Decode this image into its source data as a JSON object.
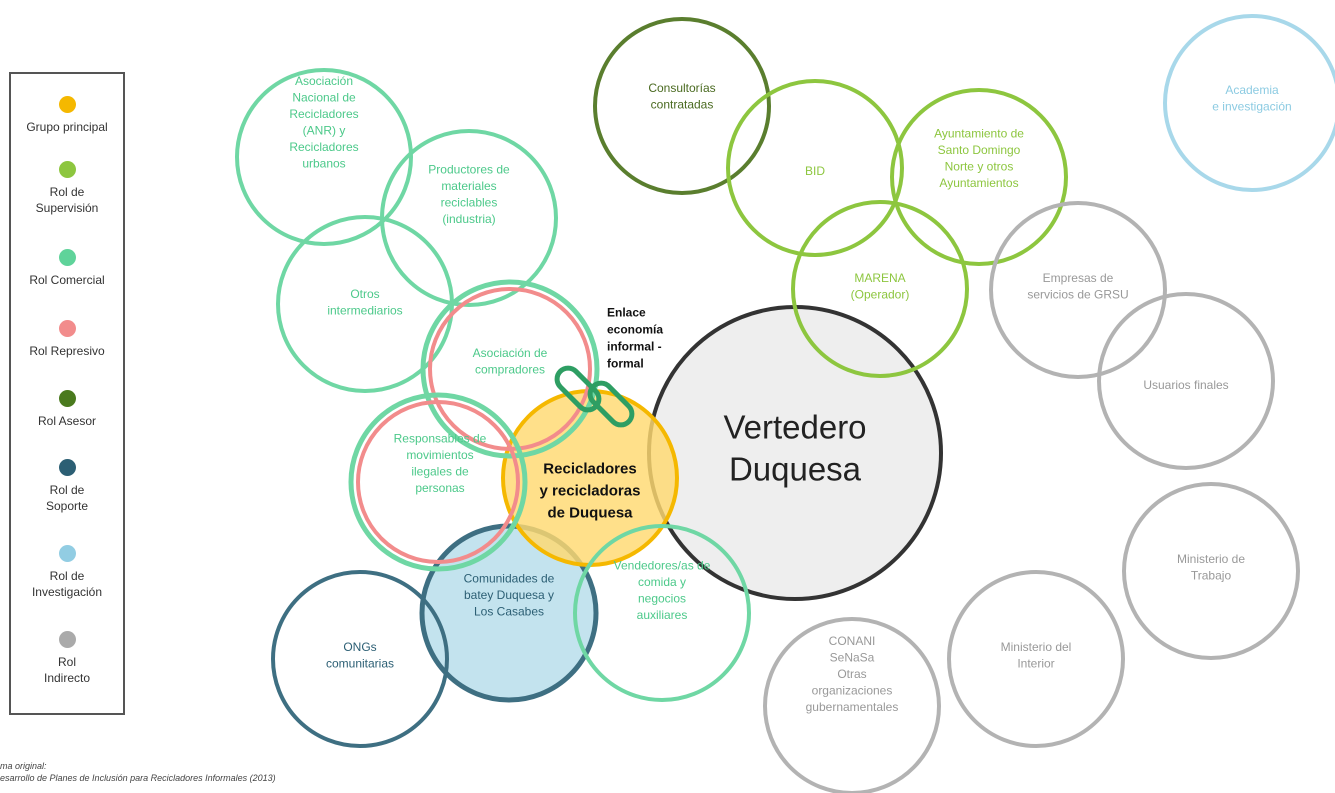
{
  "legend": [
    {
      "key": "principal",
      "label": "Grupo principal",
      "color": "#F5B800"
    },
    {
      "key": "supervision",
      "label": "Rol de\nSupervisión",
      "color": "#8DC63F"
    },
    {
      "key": "comercial",
      "label": "Rol Comercial",
      "color": "#5FD39A"
    },
    {
      "key": "represivo",
      "label": "Rol Represivo",
      "color": "#F28C8C"
    },
    {
      "key": "asesor",
      "label": "Rol Asesor",
      "color": "#4A7A1E"
    },
    {
      "key": "soporte",
      "label": "Rol de\nSoporte",
      "color": "#2C5F74"
    },
    {
      "key": "investigacion",
      "label": "Rol de\nInvestigación",
      "color": "#92CDE3"
    },
    {
      "key": "indirecto",
      "label": "Rol\nIndirecto",
      "color": "#AAAAAA"
    }
  ],
  "colors": {
    "supervision_text": "#8DC63F",
    "supervision_stroke": "#8DC63F",
    "asesor_stroke": "#5A7E2E",
    "asesor_text": "#4A6A20",
    "comercial_stroke": "#6FD7A4",
    "comercial_text": "#4CC98A",
    "represivo_stroke": "#F28C8C",
    "soporte_stroke": "#3E6F82",
    "soporte_text": "#2C5F74",
    "investigacion_stroke": "#A8D8EA",
    "investigacion_text": "#8CCBE2",
    "indirecto_stroke": "#B3B3B3",
    "indirecto_text": "#999999",
    "principal_fill": "#FFD970",
    "principal_stroke": "#F5B800",
    "vertedero_fill": "#EEEEEE",
    "vertedero_stroke": "#333333",
    "link_color": "#2E9E63"
  },
  "actors": [
    {
      "id": "anr",
      "label": "Asociación\nNacional de\nRecicladores\n(ANR) y\nRecicladores\nurbanos",
      "role": "comercial"
    },
    {
      "id": "productores",
      "label": "Productores de\nmateriales\nreciclables\n(industria)",
      "role": "comercial"
    },
    {
      "id": "otros-intermediarios",
      "label": "Otros\nintermediarios",
      "role": "comercial"
    },
    {
      "id": "asociacion-compradores",
      "label": "Asociación de\ncompradores",
      "role": "comercial"
    },
    {
      "id": "responsables",
      "label": "Responsables de\nmovimientos\nilegales de\npersonas",
      "role": "comercial"
    },
    {
      "id": "vendedores",
      "label": "Vendedores/as de\ncomida y\nnegocios\nauxiliares",
      "role": "comercial"
    },
    {
      "id": "consultorias",
      "label": "Consultorías\ncontratadas",
      "role": "asesor"
    },
    {
      "id": "bid",
      "label": "BID",
      "role": "supervision"
    },
    {
      "id": "ayuntamiento",
      "label": "Ayuntamiento de\nSanto Domingo\nNorte y otros\nAyuntamientos",
      "role": "supervision"
    },
    {
      "id": "marena",
      "label": "MARENA\n(Operador)",
      "role": "supervision"
    },
    {
      "id": "academia",
      "label": "Academia\ne investigación",
      "role": "investigacion"
    },
    {
      "id": "empresas",
      "label": "Empresas de\nservicios de GRSU",
      "role": "indirecto"
    },
    {
      "id": "usuarios",
      "label": "Usuarios finales",
      "role": "indirecto"
    },
    {
      "id": "min-trabajo",
      "label": "Ministerio de\nTrabajo",
      "role": "indirecto"
    },
    {
      "id": "min-interior",
      "label": "Ministerio del\nInterior",
      "role": "indirecto"
    },
    {
      "id": "conani",
      "label": "CONANI\nSeNaSa\nOtras\norganizaciones\ngubernamentales",
      "role": "indirecto"
    },
    {
      "id": "comunidades",
      "label": "Comunidades de\nbatey Duquesa y\nLos Casabes",
      "role": "soporte"
    },
    {
      "id": "ongs",
      "label": "ONGs\ncomunitarias",
      "role": "soporte"
    },
    {
      "id": "recicladores",
      "label": "Recicladores\ny recicladoras\nde Duquesa",
      "role": "principal"
    },
    {
      "id": "vertedero",
      "label": "Vertedero\nDuquesa",
      "role": "centro"
    }
  ],
  "link_label": "Enlace\neconomía\ninformal -\nformal",
  "source": {
    "line1": "ma original:",
    "line2": "esarrollo de Planes de Inclusión para Recicladores Informales (2013)"
  }
}
